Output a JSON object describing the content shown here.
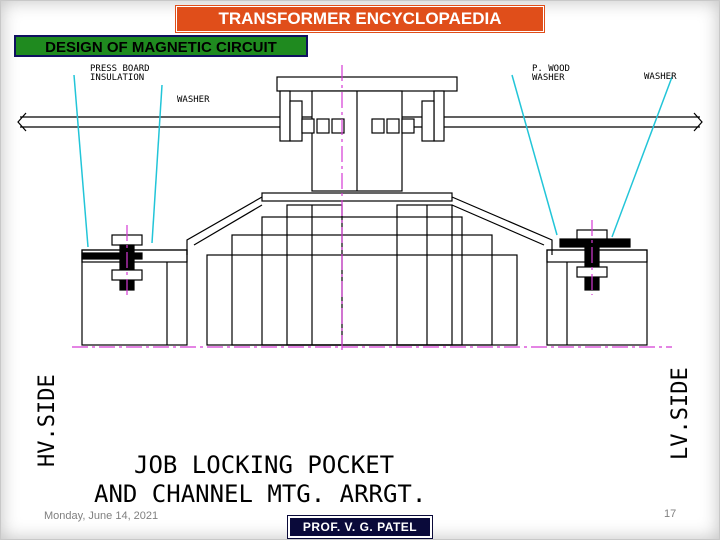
{
  "slide": {
    "banner_title": "TRANSFORMER ENCYCLOPAEDIA",
    "section_title": "DESIGN OF MAGNETIC CIRCUIT",
    "footer": {
      "date": "Monday, June 14, 2021",
      "author": "PROF. V. G. PATEL",
      "page_number": "17"
    }
  },
  "diagram": {
    "labels": {
      "press_board_1": "PRESS BOARD",
      "press_board_2": "INSULATION",
      "washer_left": "WASHER",
      "wood_washer_1": "P. WOOD",
      "wood_washer_2": "WASHER",
      "washer_right": "WASHER",
      "hv_side": "HV.SIDE",
      "lv_side": "LV.SIDE",
      "caption_line1": "JOB LOCKING POCKET",
      "caption_line2": "AND CHANNEL MTG. ARRGT."
    },
    "colors": {
      "outline": "#000000",
      "leader": "#22c5d8",
      "centerline": "#d43ad4",
      "bolt_fill": "#000000"
    }
  }
}
